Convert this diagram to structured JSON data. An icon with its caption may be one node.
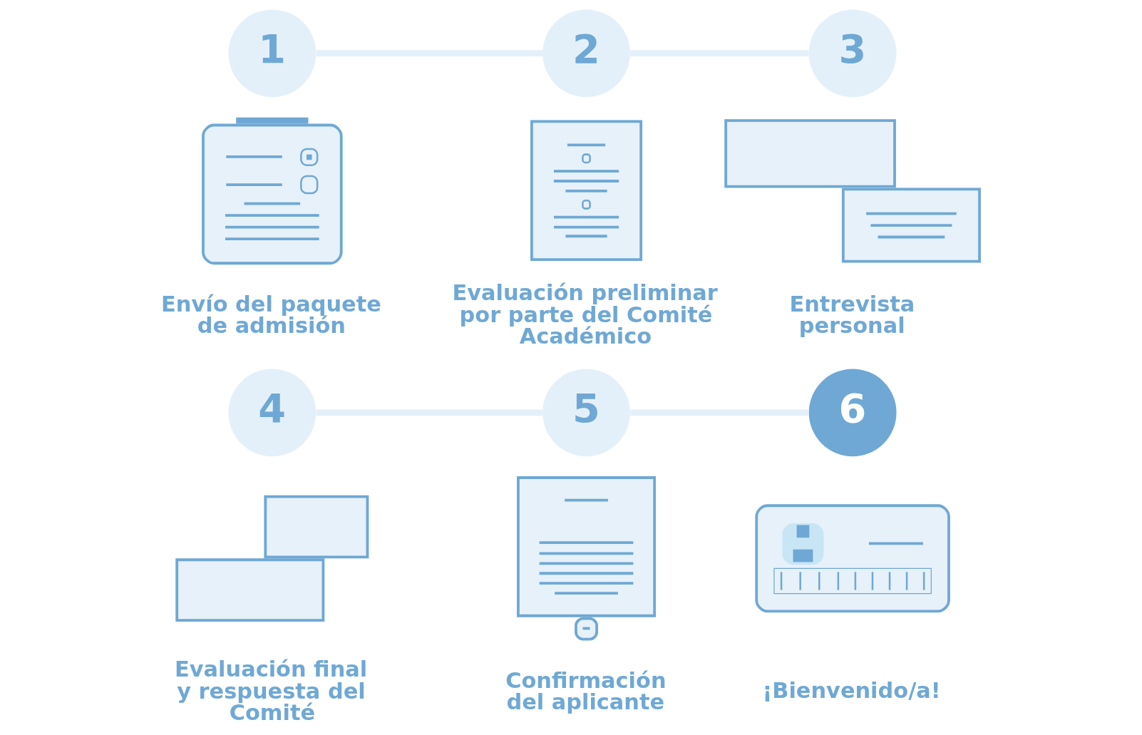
{
  "diagram": {
    "nodes": [
      {
        "text": [
          "1"
        ]
      },
      {
        "text": [],
        "shape": "picture",
        "beside": [
          "Envío del paquete de admisión"
        ]
      },
      {
        "text": [
          "2"
        ]
      },
      {
        "text": [],
        "shape": "picture",
        "beside": [
          "Evaluación preliminar por parte del Comité Académico"
        ]
      },
      {
        "text": [
          "3"
        ]
      },
      {
        "text": [],
        "shape": "picture",
        "beside": [
          "Entrevista personal"
        ]
      },
      {
        "text": [
          "4"
        ]
      },
      {
        "text": [],
        "shape": "picture",
        "beside": [
          "Evaluación final y respuesta del Comité"
        ]
      },
      {
        "text": [
          "5"
        ]
      },
      {
        "text": [],
        "shape": "picture",
        "beside": [
          "Confirmación del aplicante"
        ]
      },
      {
        "text": [
          "6"
        ]
      },
      {
        "text": [],
        "shape": "picture",
        "beside": [
          "¡Bienvenido/a!"
        ]
      }
    ],
    "edges": [
      {
        "from": 0,
        "to": 2,
        "arrow": "none"
      },
      {
        "from": 2,
        "to": 4,
        "arrow": "none"
      },
      {
        "from": 6,
        "to": 8,
        "arrow": "none"
      },
      {
        "from": 8,
        "to": 10,
        "arrow": "none"
      }
    ]
  }
}
